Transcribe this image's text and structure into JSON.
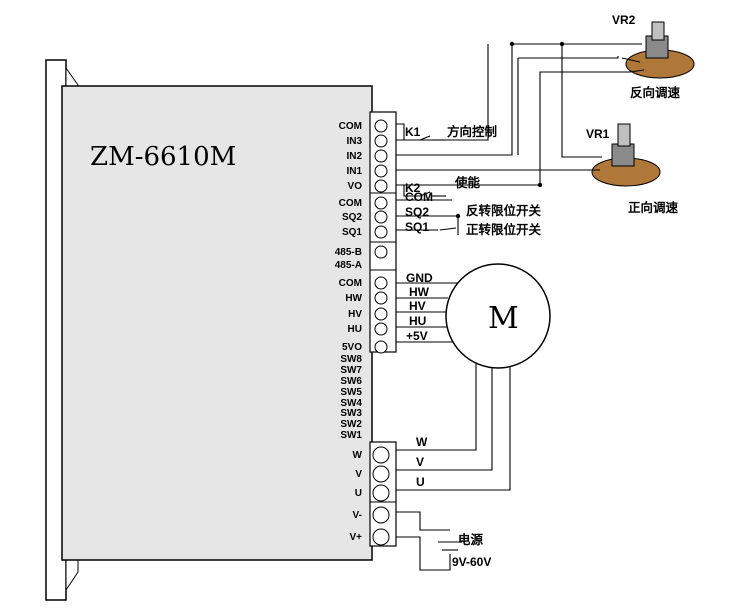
{
  "model": "ZM-6610M",
  "terminals": [
    "COM",
    "IN3",
    "IN2",
    "IN1",
    "VO",
    "COM",
    "SQ2",
    "SQ1",
    "485-B",
    "485-A",
    "COM",
    "HW",
    "HV",
    "HU",
    "5VO",
    "SW8",
    "SW7",
    "SW6",
    "SW5",
    "SW4",
    "SW3",
    "SW2",
    "SW1",
    "W",
    "V",
    "U",
    "V-",
    "V+"
  ],
  "wire_labels": {
    "k1": "K1",
    "k2": "K2",
    "com": "COM",
    "sq2": "SQ2",
    "sq1": "SQ1",
    "gnd": "GND",
    "hw": "HW",
    "hv": "HV",
    "hu": "HU",
    "plus5v": "+5V",
    "w": "W",
    "v": "V",
    "u": "U"
  },
  "texts": {
    "direction": "方向控制",
    "enable": "使能",
    "rev_limit": "反转限位开关",
    "fwd_limit": "正转限位开关",
    "vr2": "VR2",
    "vr1": "VR1",
    "rev_speed": "反向调速",
    "fwd_speed": "正向调速",
    "motor": "M",
    "power": "电源",
    "voltage": "9V-60V"
  }
}
